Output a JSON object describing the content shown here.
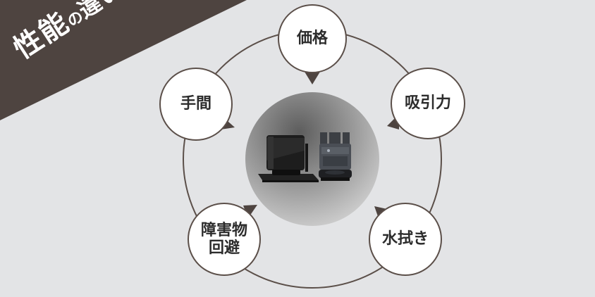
{
  "banner": {
    "word_main": "性能",
    "particle": "の",
    "word_tail": "違い",
    "color": "#4e4440"
  },
  "hub": {
    "image_alt": "2台のロボット掃除機"
  },
  "nodes": {
    "price": "価格",
    "suction": "吸引力",
    "mopping": "水拭き",
    "obstacle_line1": "障害物",
    "obstacle_line2": "回避",
    "effort": "手間"
  },
  "colors": {
    "background": "#e3e4e6",
    "ring": "#5b4f49",
    "accent_dark": "#4e4440"
  }
}
